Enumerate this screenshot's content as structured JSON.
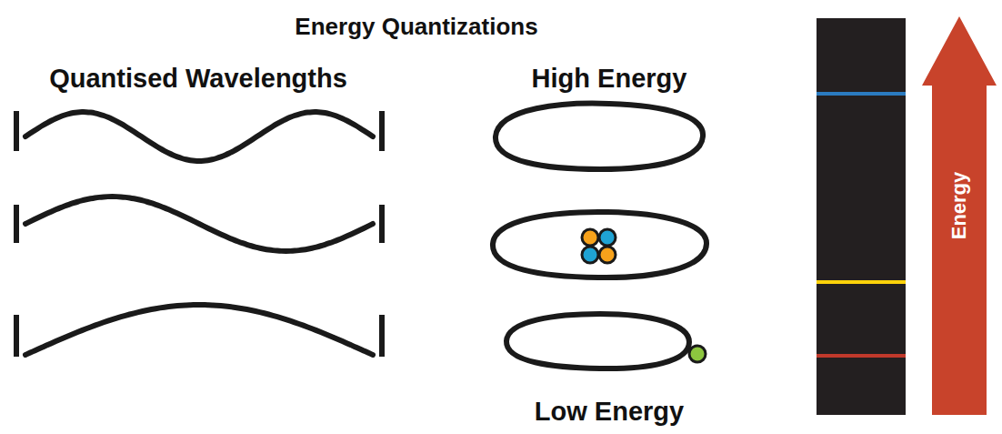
{
  "diagram": {
    "title": "Energy Quantizations",
    "nodes": [
      {
        "text": [
          "Energy"
        ]
      }
    ],
    "labels": [
      "Quantised Wavelengths",
      "High Energy",
      "Low Energy"
    ]
  }
}
